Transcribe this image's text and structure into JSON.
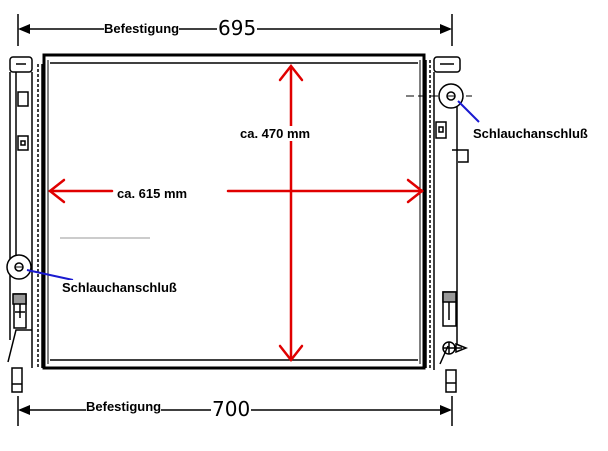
{
  "dimensions": {
    "top": {
      "label": "Befestigung",
      "value": "695"
    },
    "bottom": {
      "label": "Befestigung",
      "value": "700"
    },
    "height": "ca. 470 mm",
    "width": "ca. 615 mm"
  },
  "connections": {
    "right": "Schlauchanschluß",
    "left": "Schlauchanschluß"
  },
  "colors": {
    "line": "#000000",
    "arrow_red": "#e00000",
    "leader_blue": "#1a1ad0"
  }
}
